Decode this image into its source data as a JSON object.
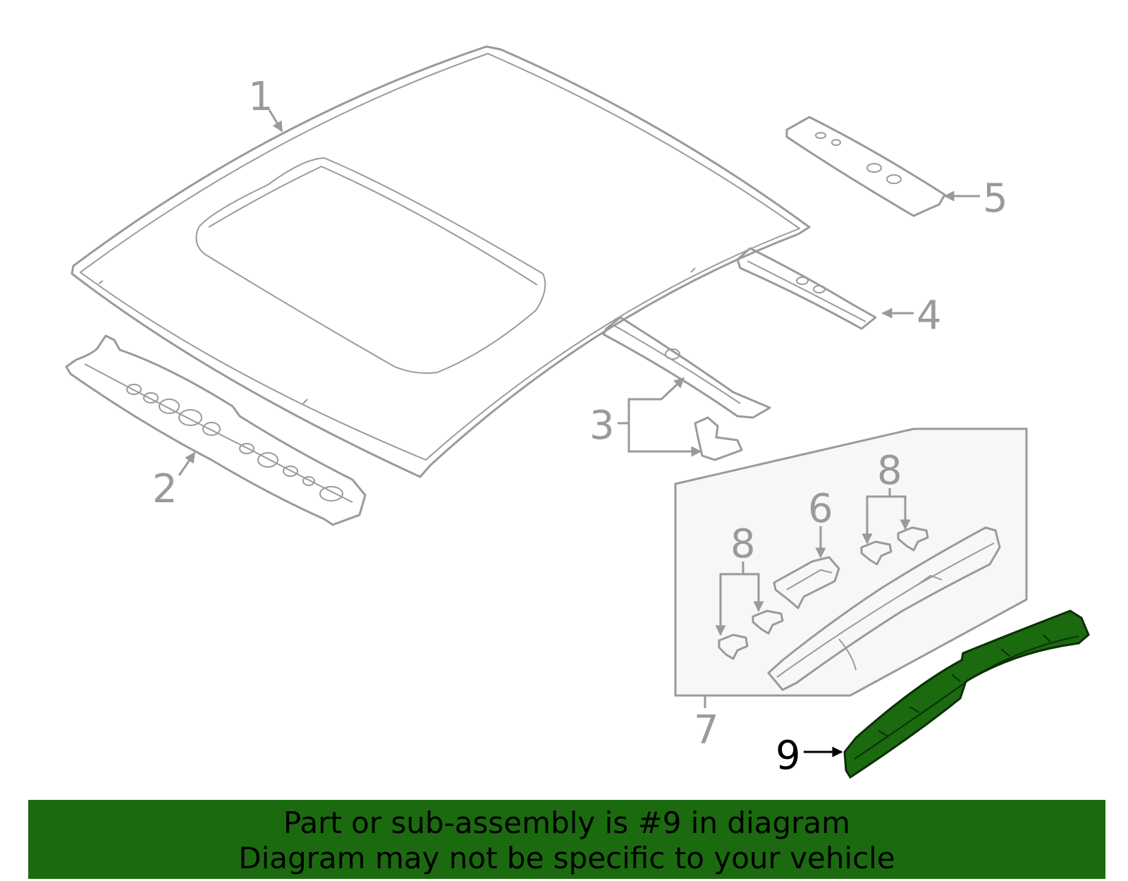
{
  "callouts": {
    "c1": "1",
    "c2": "2",
    "c3": "3",
    "c4": "4",
    "c5": "5",
    "c6": "6",
    "c7": "7",
    "c8a": "8",
    "c8b": "8",
    "c9": "9"
  },
  "highlighted_part": "9",
  "colors": {
    "highlight": "#1b6a10",
    "line": "#9a9a9a",
    "banner": "#1b6a10"
  },
  "banner": {
    "line1": "Part or sub-assembly is #9 in diagram",
    "line2": "Diagram may not be specific to your vehicle"
  }
}
